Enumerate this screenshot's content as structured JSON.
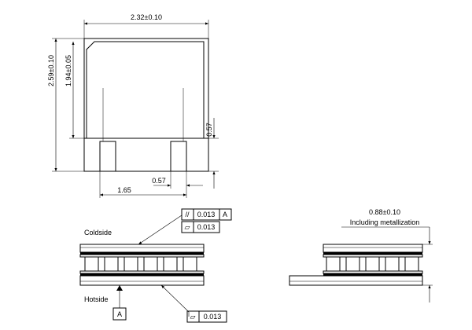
{
  "dimensions": {
    "width_overall": "2.32±0.10",
    "height_overall": "2.59±0.10",
    "height_inner": "1.94±0.05",
    "pad_height": "0.57",
    "pad_width": "0.57",
    "pad_span": "1.65",
    "thickness": "0.88±0.10",
    "thickness_note": "Including metallization"
  },
  "labels": {
    "coldside": "Coldside",
    "hotside": "Hotside",
    "datum": "A"
  },
  "tolerances": {
    "parallelism_symbol": "//",
    "parallelism_value": "0.013",
    "parallelism_datum": "A",
    "flatness_symbol": "▱",
    "flatness_value": "0.013",
    "flatness_bottom_symbol": "▱",
    "flatness_bottom_value": "0.013"
  }
}
